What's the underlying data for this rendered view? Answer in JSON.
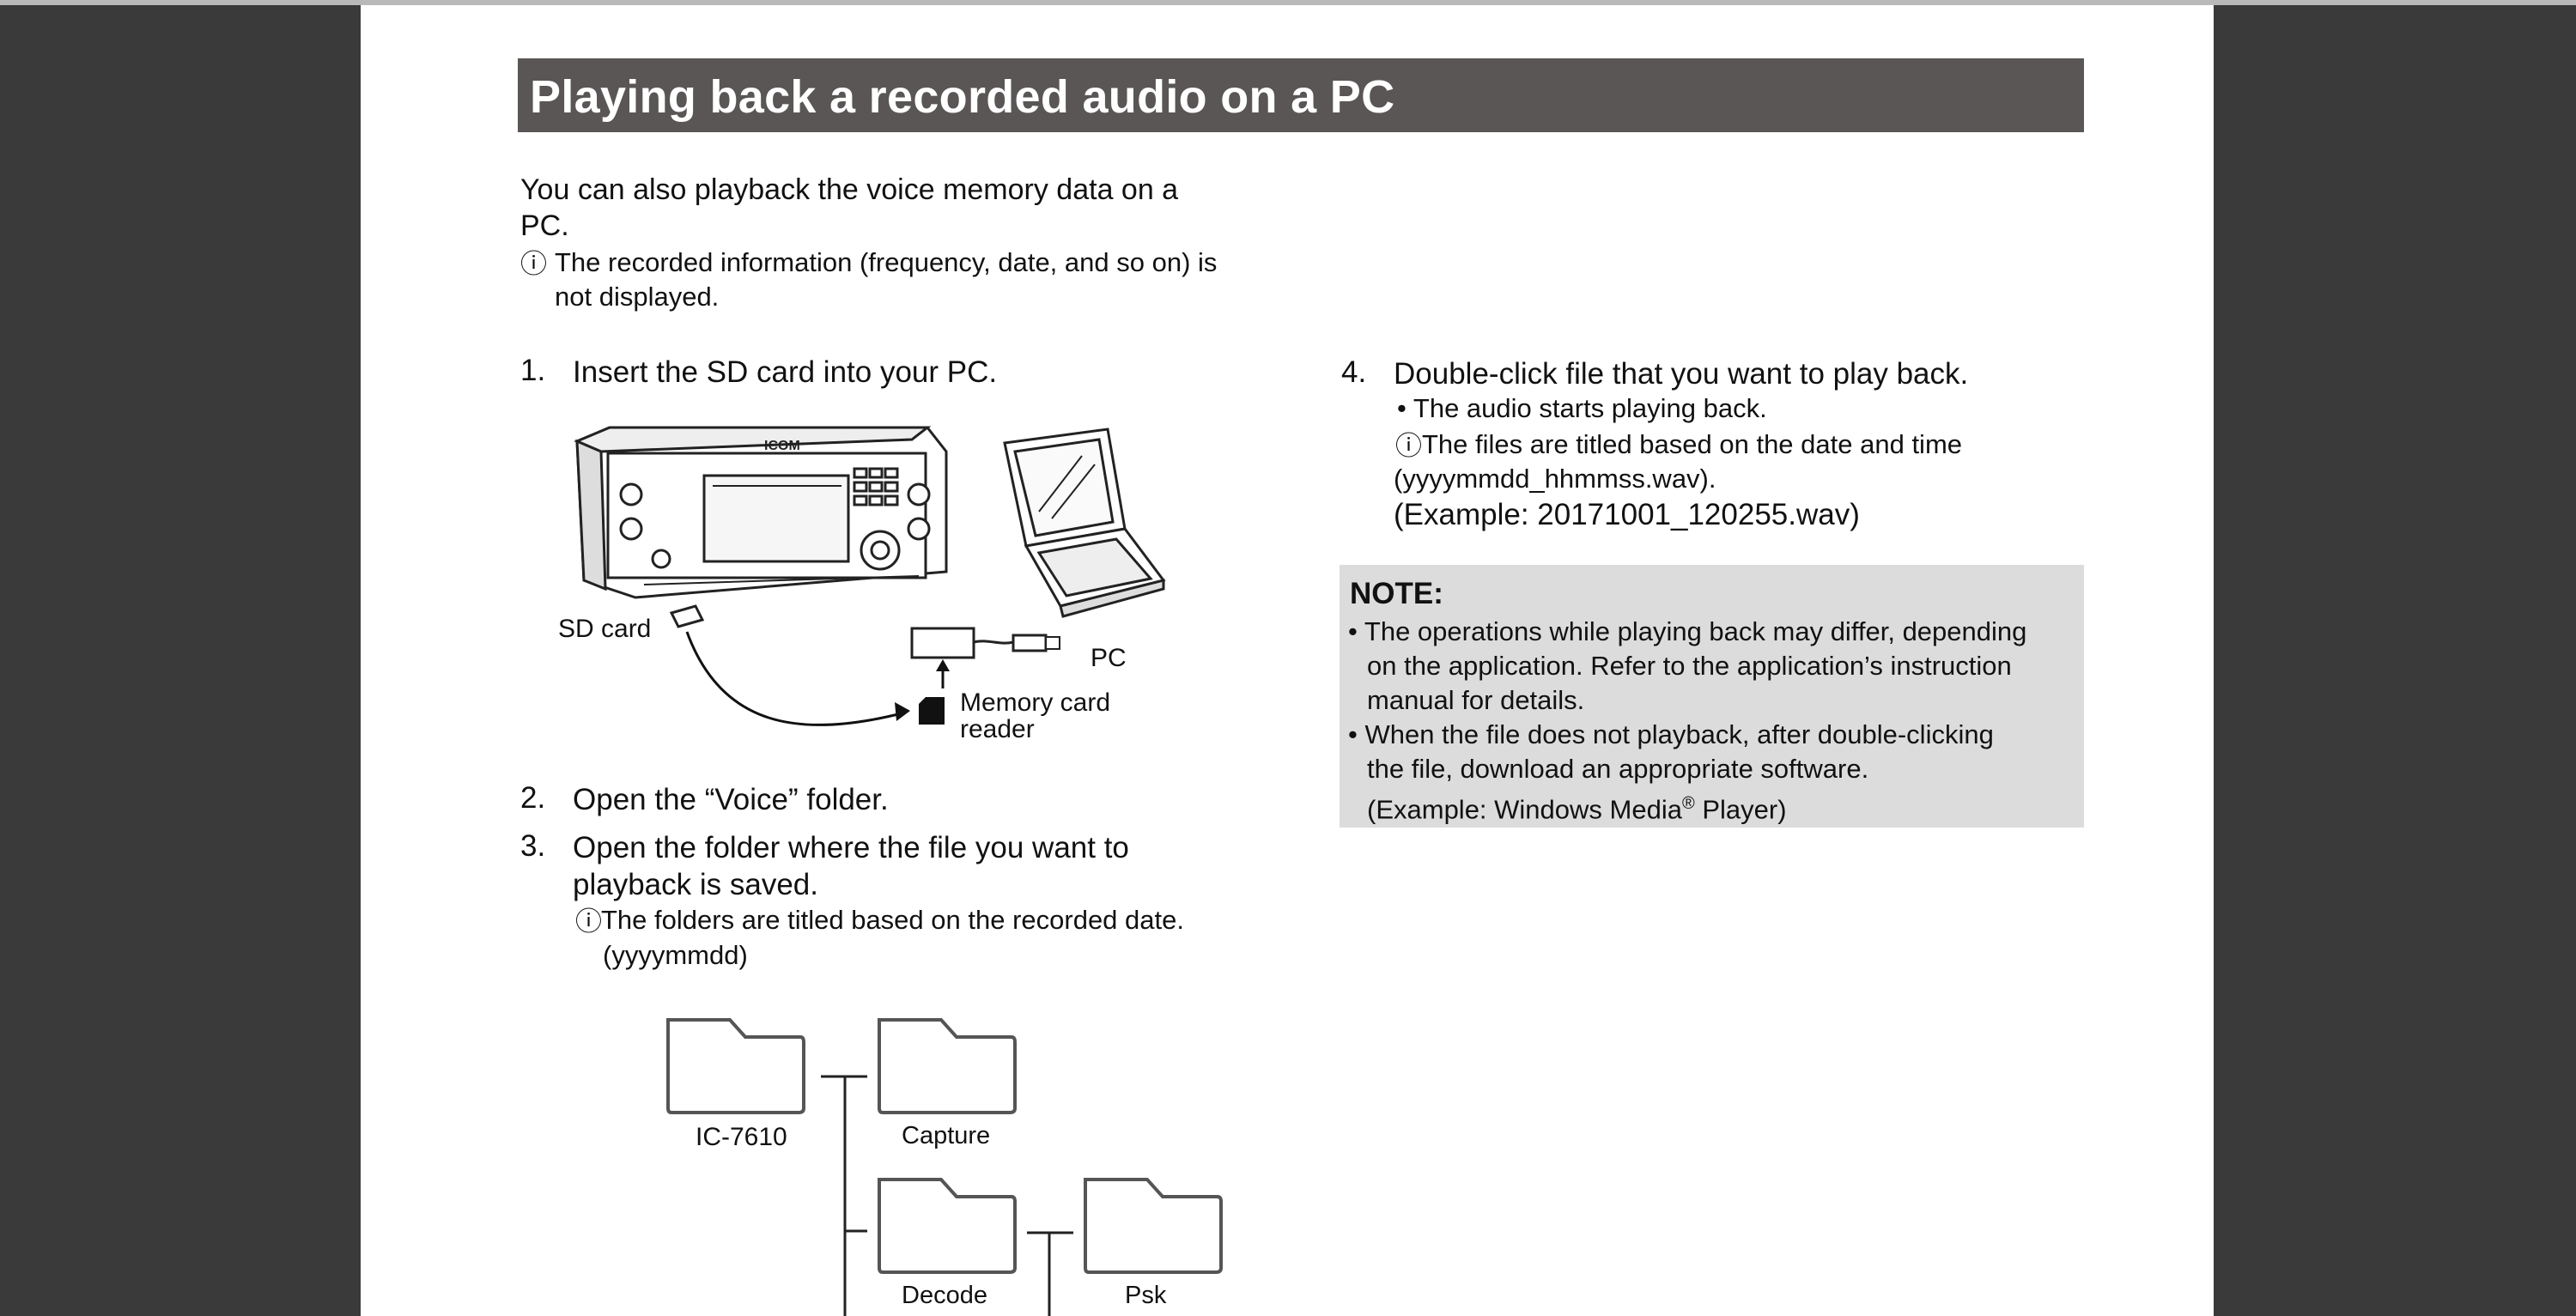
{
  "title": "Playing back a recorded audio on a PC",
  "intro": {
    "line1": "You can also playback the voice memory data on a",
    "line2": "PC.",
    "info_line1": "The recorded information (frequency, date, and so on) is",
    "info_line2": "not displayed."
  },
  "steps": {
    "s1": {
      "num": "1.",
      "text": "Insert the SD card into your PC."
    },
    "s2": {
      "num": "2.",
      "text": "Open the “Voice” folder."
    },
    "s3": {
      "num": "3.",
      "line1": "Open the folder where the file you want to",
      "line2": "playback is saved.",
      "info_line1": "The folders are titled based on the recorded date.",
      "info_line2": "(yyyymmdd)"
    },
    "s4": {
      "num": "4.",
      "text": "Double-click file that you want to play back.",
      "bullet": "• The audio starts playing back.",
      "info_line1": "The files are titled based on the date and time",
      "info_line2": "(yyyymmdd_hhmmss.wav).",
      "example": "(Example: 20171001_120255.wav)"
    }
  },
  "diagram": {
    "sd_card_label": "SD card",
    "pc_label": "PC",
    "reader_label_line1": "Memory card",
    "reader_label_line2": "reader",
    "radio_logo": "ICOM"
  },
  "folders": {
    "root": "IC-7610",
    "capture": "Capture",
    "decode": "Decode",
    "psk": "Psk"
  },
  "note": {
    "heading": "NOTE:",
    "b1_line1": "• The operations while playing back may differ, depending",
    "b1_line2": "on the application. Refer to the application’s instruction",
    "b1_line3": "manual for details.",
    "b2_line1": "• When the file does not playback, after double-clicking",
    "b2_line2": "the file, download an appropriate software.",
    "b2_line3_pre": "(Example: Windows Media",
    "b2_line3_reg": "®",
    "b2_line3_post": " Player)"
  },
  "icons": {
    "info": "ⓘ"
  }
}
